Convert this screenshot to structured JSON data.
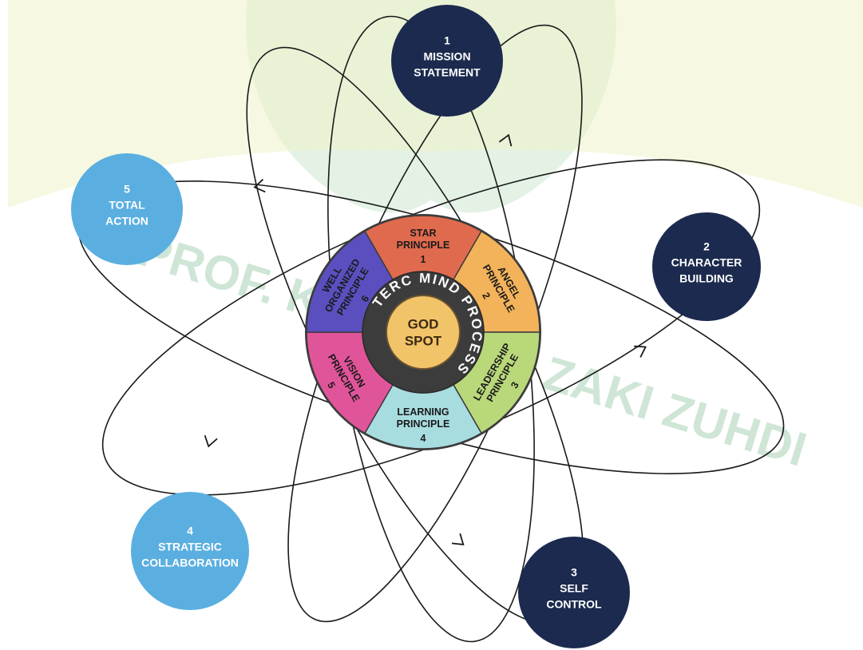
{
  "watermark": {
    "text": "PROF. KH. MOCH. ZAKI ZUHDI",
    "band_color": "#eef2c8",
    "seal_color": "#d8ecdc"
  },
  "center": {
    "core": {
      "line1": "GOD",
      "line2": "SPOT",
      "color": "#f2c46a"
    },
    "ring": {
      "text": "TERC MIND PROCESS",
      "color": "#3c3c3c"
    },
    "segments": [
      {
        "number": "1",
        "line1": "STAR",
        "line2": "PRINCIPLE",
        "color": "#e06a4e"
      },
      {
        "number": "2",
        "line1": "ANGEL",
        "line2": "PRINCIPLE",
        "color": "#f2b35a"
      },
      {
        "number": "3",
        "line1": "LEADERSHIP",
        "line2": "PRINCIPLE",
        "color": "#b9d87a"
      },
      {
        "number": "4",
        "line1": "LEARNING",
        "line2": "PRINCIPLE",
        "color": "#a8dde0"
      },
      {
        "number": "5",
        "line1": "VISION",
        "line2": "PRINCIPLE",
        "color": "#e0559a"
      },
      {
        "number": "6",
        "line1": "WELL",
        "line2": "ORGANIZED",
        "line3": "PRINCIPLE",
        "color": "#5b4fc0"
      }
    ]
  },
  "nodes": [
    {
      "number": "1",
      "line1": "MISSION",
      "line2": "STATEMENT",
      "color": "#1b2a4e"
    },
    {
      "number": "2",
      "line1": "CHARACTER",
      "line2": "BUILDING",
      "color": "#1b2a4e"
    },
    {
      "number": "3",
      "line1": "SELF",
      "line2": "CONTROL",
      "color": "#1b2a4e"
    },
    {
      "number": "4",
      "line1": "STRATEGIC",
      "line2": "COLLABORATION",
      "color": "#5aafe0"
    },
    {
      "number": "5",
      "line1": "TOTAL",
      "line2": "ACTION",
      "color": "#5aafe0"
    }
  ],
  "orbit_color": "#1a1a1a"
}
